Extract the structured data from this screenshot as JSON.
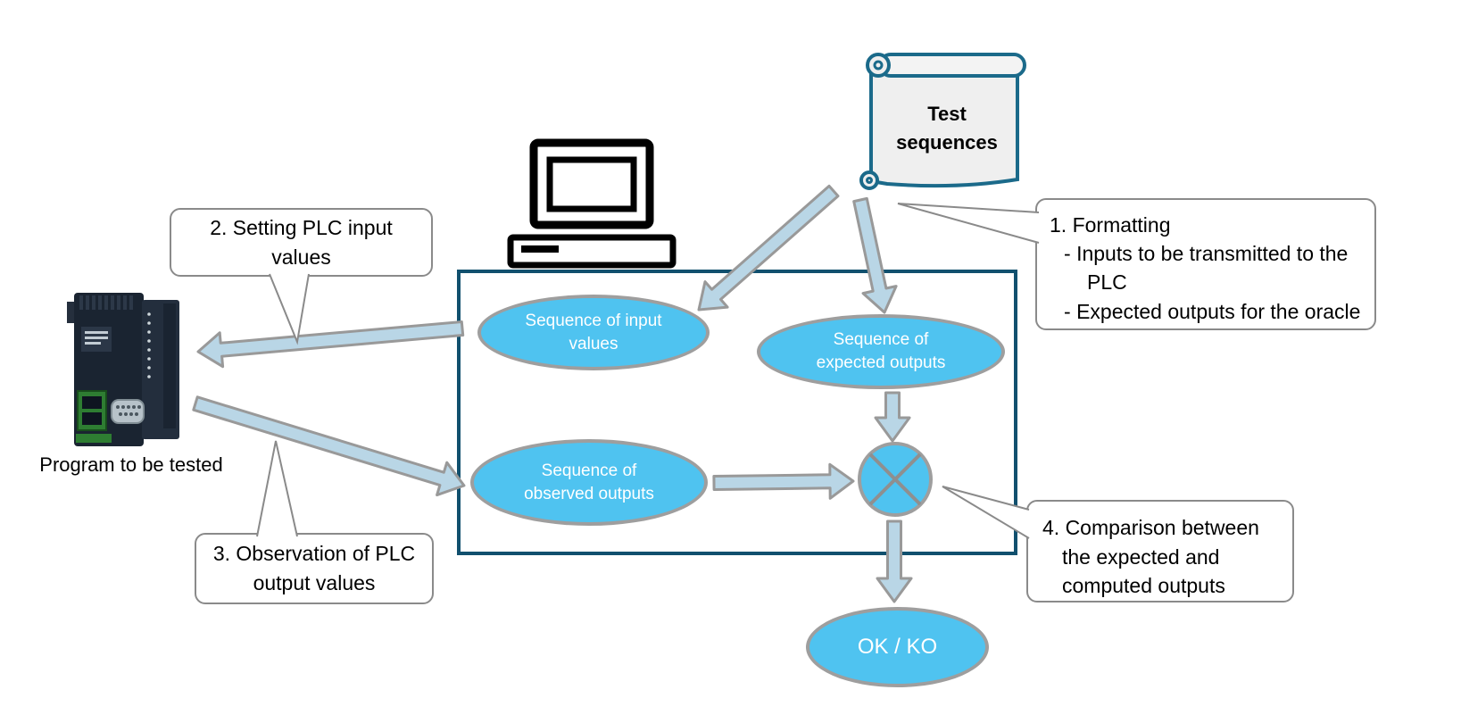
{
  "colors": {
    "node_fill": "#4fc3f0",
    "node_border": "#9e9e9e",
    "box_border": "#11506e",
    "arrow_fill": "#b9d6e6",
    "arrow_stroke": "#999999",
    "scroll_border": "#1b6a8a"
  },
  "test_sequences_label": "Test sequences",
  "plc_caption": "Program to be tested",
  "nodes": {
    "input_values": "Sequence of input values",
    "expected_outputs": "Sequence of expected outputs",
    "observed_outputs": "Sequence of observed outputs",
    "result": "OK / KO"
  },
  "callouts": {
    "setting": "2. Setting PLC input values",
    "observation": "3. Observation of PLC output values",
    "comparison": "4. Comparison between the expected and computed outputs",
    "formatting": {
      "title": "1. Formatting",
      "bullet": "-",
      "items": [
        "Inputs to be transmitted to the PLC",
        "Expected outputs for the oracle"
      ]
    }
  }
}
